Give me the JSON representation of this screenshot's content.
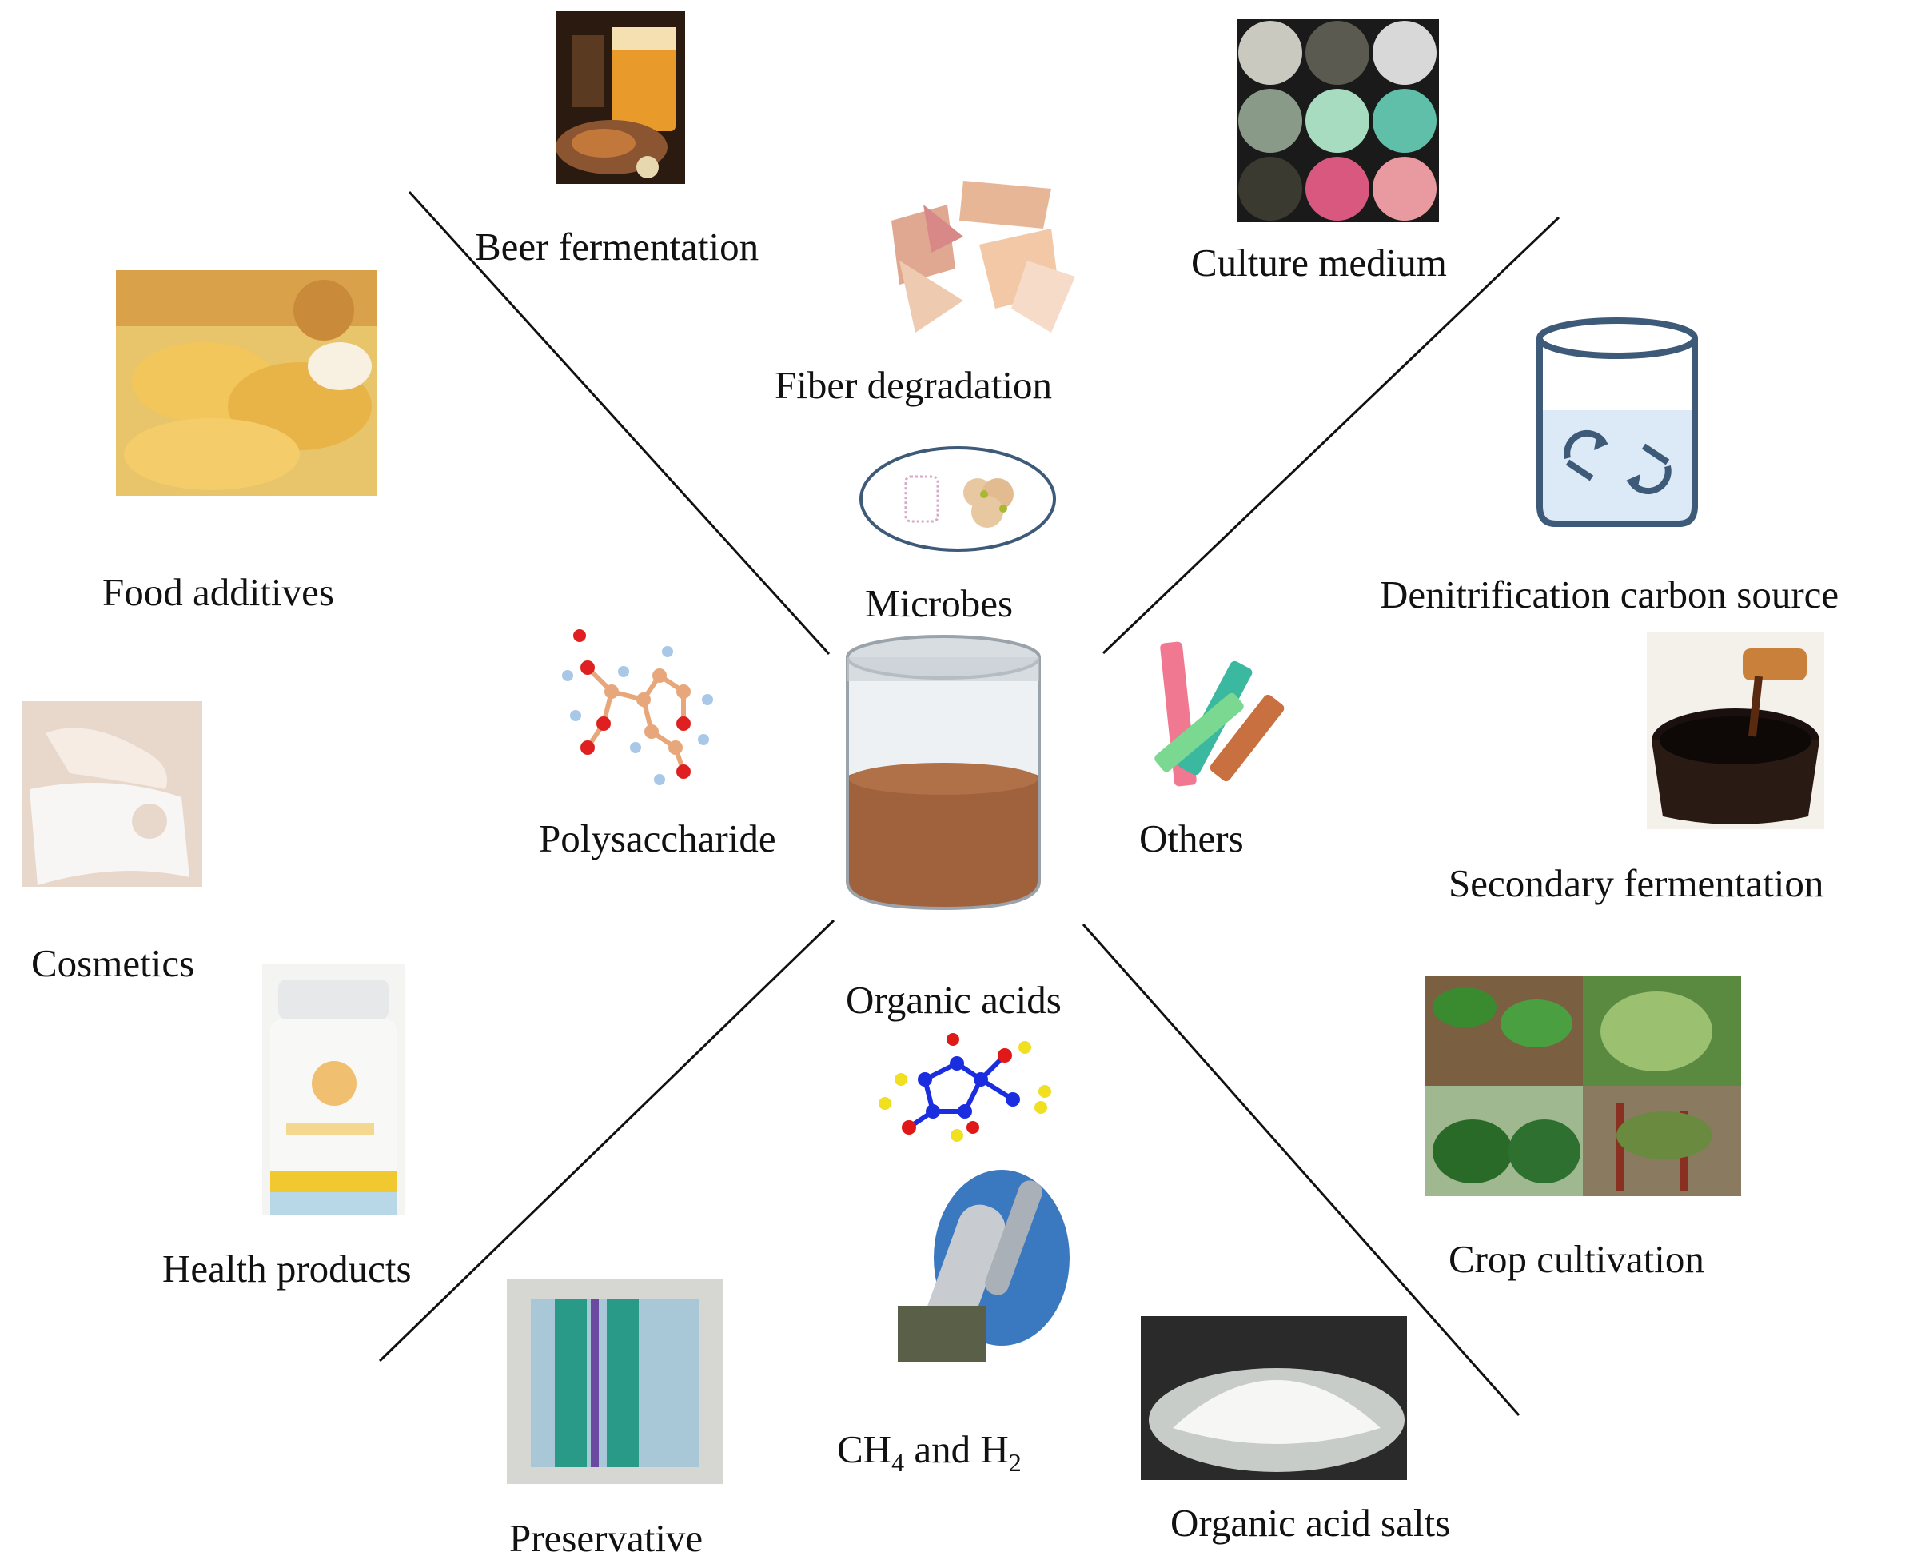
{
  "labels": {
    "beer_fermentation": "Beer fermentation",
    "fiber_degradation": "Fiber degradation",
    "culture_medium": "Culture medium",
    "food_additives": "Food additives",
    "denitrification_carbon_source": "Denitrification carbon source",
    "microbes": "Microbes",
    "polysaccharide": "Polysaccharide",
    "others": "Others",
    "secondary_fermentation": "Secondary fermentation",
    "cosmetics": "Cosmetics",
    "organic_acids": "Organic acids",
    "crop_cultivation": "Crop cultivation",
    "health_products": "Health products",
    "ch4_ch": "CH",
    "ch4_sub": "4",
    "ch4_and": " and H",
    "h2_sub": "2",
    "preservative": "Preservative",
    "organic_acid_salts": "Organic acid salts"
  },
  "colors": {
    "sludge": "#a0623c",
    "glass": "#d8dde2",
    "molecule_carbon": "#e8a77a",
    "molecule_oxygen": "#e02020",
    "molecule_hydrogen": "#a8c8e8",
    "acid_node_blue": "#1a2ee0",
    "acid_node_red": "#e01818",
    "acid_node_yellow": "#f0e020",
    "beaker_outline": "#3d5a78",
    "beaker_water": "#dceaf7"
  },
  "icons": [
    "beer-photo",
    "fiber-photo",
    "petri-dish-photo",
    "chips-photo",
    "beaker-recycle-icon",
    "microbe-ellipse-icon",
    "polysaccharide-molecule-icon",
    "sludge-jar-icon",
    "protein-ribbon-icon",
    "soy-sauce-photo",
    "face-mask-photo",
    "organic-acid-molecule-icon",
    "crop-photo",
    "supplement-bottle-photo",
    "reactor-photo",
    "preservative-packet-photo",
    "salt-petri-photo"
  ]
}
